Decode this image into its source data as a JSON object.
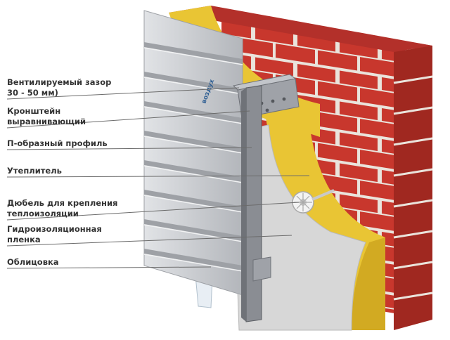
{
  "diagram": {
    "labels": [
      {
        "id": "vent-gap",
        "lines": [
          "Вентилируемый зазор",
          "30 - 50 мм)"
        ]
      },
      {
        "id": "bracket",
        "lines": [
          "Кронштейн",
          "выравнивающий"
        ]
      },
      {
        "id": "profile",
        "lines": [
          "П-образный профиль"
        ]
      },
      {
        "id": "insulation",
        "lines": [
          "Утеплитель"
        ]
      },
      {
        "id": "dowel",
        "lines": [
          "Дюбель для крепления",
          "теплоизоляции"
        ]
      },
      {
        "id": "membrane",
        "lines": [
          "Гидроизоляционная",
          "пленка"
        ]
      },
      {
        "id": "cladding",
        "lines": [
          "Облицовка"
        ]
      }
    ],
    "membrane_print": "воздух",
    "colors": {
      "brick": "#c8372d",
      "brick_dark": "#a02820",
      "mortar": "#eae4dc",
      "wool": "#e9c534",
      "wool_dark": "#d2aa22",
      "membrane": "#d7d7d7",
      "panel": "#c9cbce",
      "panel_dark": "#9ea1a6",
      "metal": "#8a8d93",
      "label_text": "#333333",
      "leader_line": "#6b6b6b"
    }
  }
}
